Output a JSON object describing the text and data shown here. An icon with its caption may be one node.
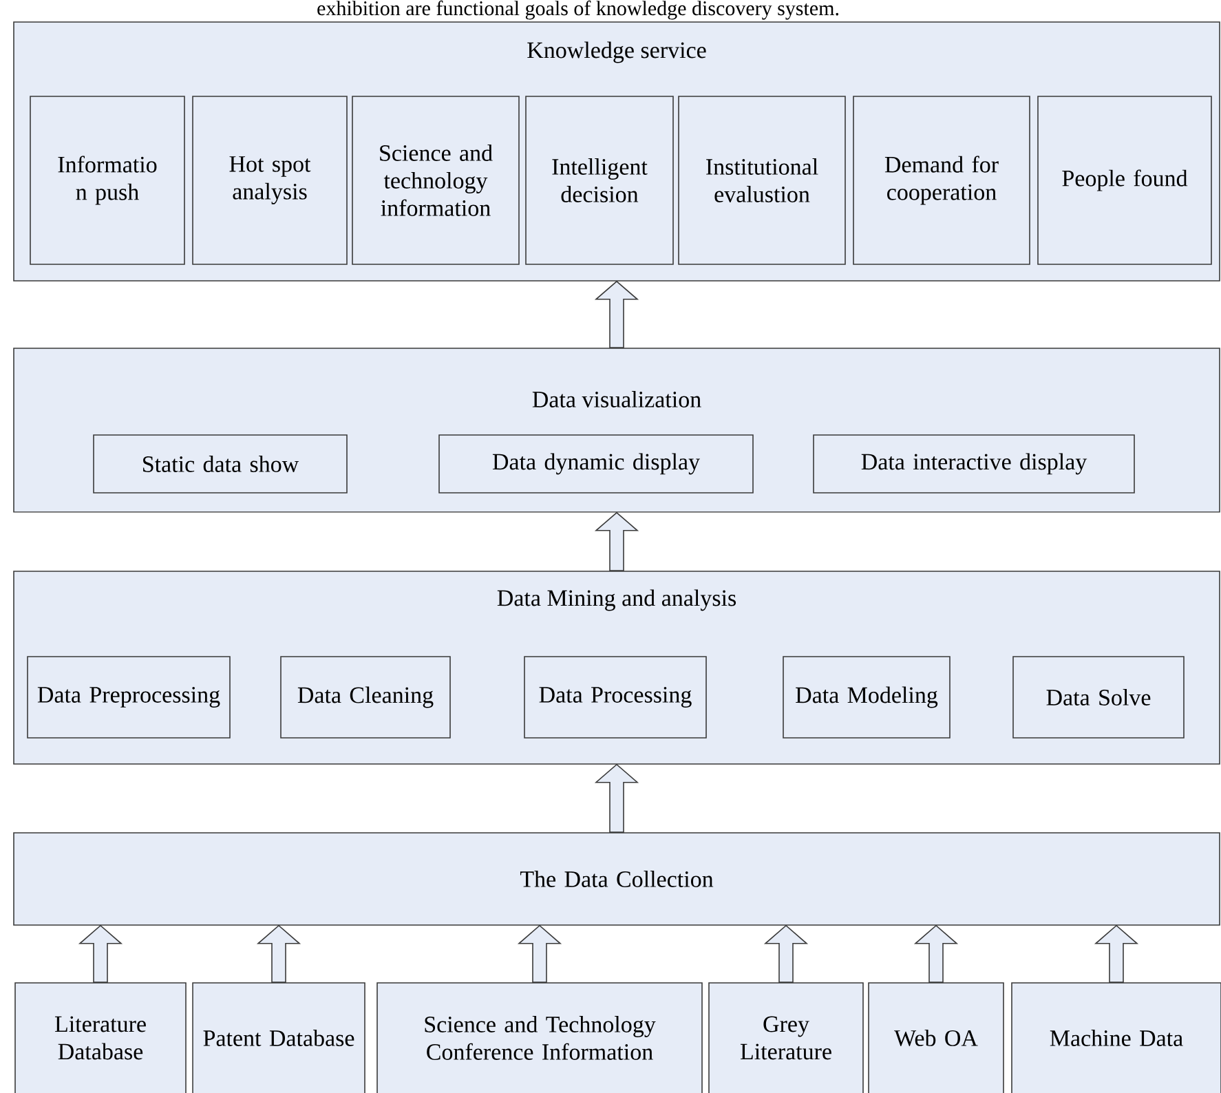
{
  "diagram": {
    "nodes": [
      {
        "text": [
          "Knowledge service"
        ]
      },
      {
        "text": [
          "Informatio n push"
        ],
        "in": 0
      },
      {
        "text": [
          "Hot spot analysis"
        ],
        "in": 0
      },
      {
        "text": [
          "Science and technology information"
        ],
        "in": 0
      },
      {
        "text": [
          "Intelligent decision"
        ],
        "in": 0
      },
      {
        "text": [
          "Institutional evalustion"
        ],
        "in": 0
      },
      {
        "text": [
          "Demand for cooperation"
        ],
        "in": 0
      },
      {
        "text": [
          "People found"
        ],
        "in": 0
      },
      {
        "text": [
          "Data visualization"
        ]
      },
      {
        "text": [
          "Static data show"
        ],
        "in": 8
      },
      {
        "text": [
          "Data dynamic display"
        ],
        "in": 8
      },
      {
        "text": [
          "Data interactive display"
        ],
        "in": 8
      },
      {
        "text": [
          "Data Mining and analysis"
        ]
      },
      {
        "text": [
          "Data Preprocessing"
        ],
        "in": 12
      },
      {
        "text": [
          "Data Cleaning"
        ],
        "in": 12
      },
      {
        "text": [
          "Data Processing"
        ],
        "in": 12
      },
      {
        "text": [
          "Data Modeling"
        ],
        "in": 12
      },
      {
        "text": [
          "Data Solve"
        ],
        "in": 12
      },
      {
        "text": [
          "The Data Collection"
        ]
      },
      {
        "text": [
          "Literature Database"
        ]
      },
      {
        "text": [
          "Patent Database"
        ]
      },
      {
        "text": [
          "Science and Technology Conference Information"
        ]
      },
      {
        "text": [
          "Grey Literature"
        ]
      },
      {
        "text": [
          "Web OA"
        ]
      },
      {
        "text": [
          "Machine Data"
        ]
      }
    ],
    "edges": [
      {
        "from": 8,
        "to": 0,
        "arrow": "to"
      },
      {
        "from": 12,
        "to": 8,
        "arrow": "to"
      },
      {
        "from": 18,
        "to": 12,
        "arrow": "to"
      },
      {
        "from": 19,
        "to": 18,
        "arrow": "to"
      },
      {
        "from": 20,
        "to": 18,
        "arrow": "to"
      },
      {
        "from": 21,
        "to": 18,
        "arrow": "to"
      },
      {
        "from": 22,
        "to": 18,
        "arrow": "to"
      },
      {
        "from": 23,
        "to": 18,
        "arrow": "to"
      },
      {
        "from": 24,
        "to": 18,
        "arrow": "to"
      }
    ],
    "labels": [
      "exhibition are functional goals of knowledge discovery system."
    ]
  }
}
